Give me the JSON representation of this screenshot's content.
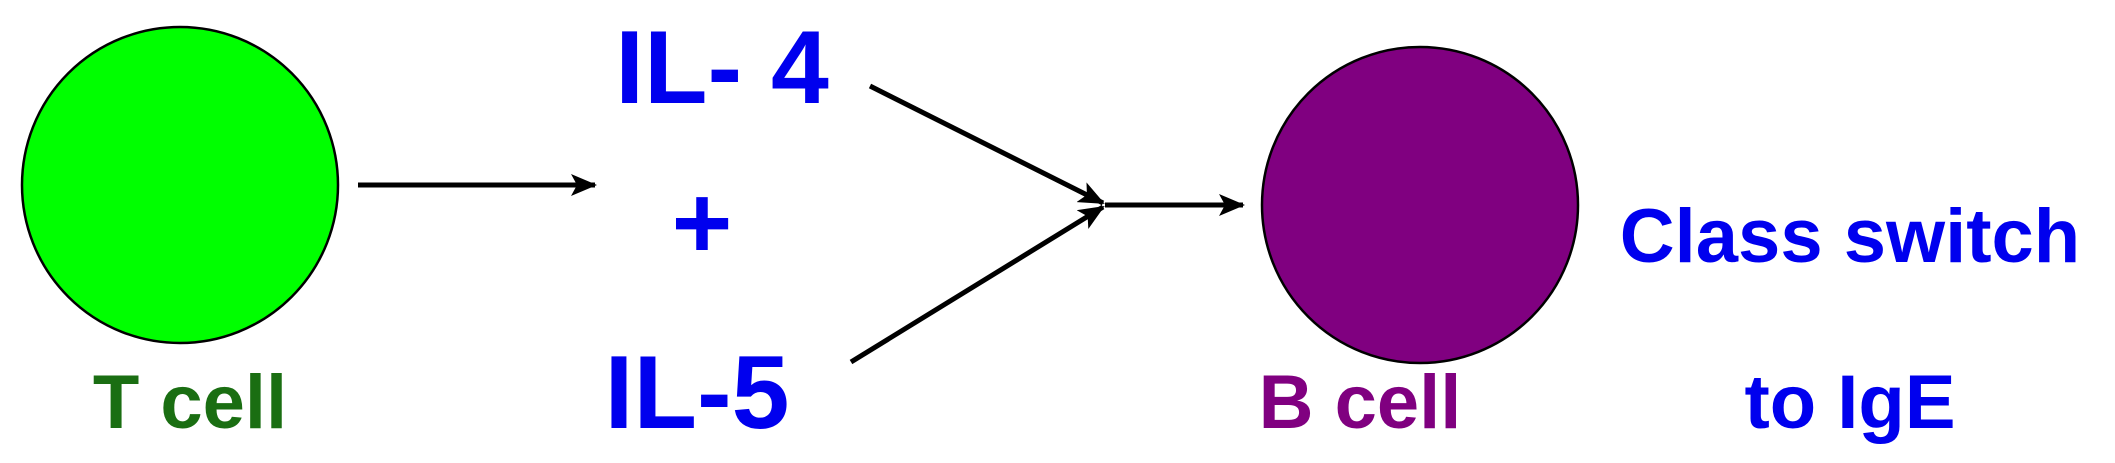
{
  "cells": {
    "t_cell": {
      "label": "T cell",
      "fill": "#00ff00",
      "label_color": "#1a6e12"
    },
    "b_cell": {
      "label": "B cell",
      "fill": "#800080",
      "label_color": "#800080"
    }
  },
  "cytokines": {
    "il4": "IL- 4",
    "plus": "+",
    "il5": "IL-5",
    "color": "#0000ee"
  },
  "outcome": {
    "line1": "Class switch",
    "line2": "to IgE",
    "color": "#0000ee"
  }
}
